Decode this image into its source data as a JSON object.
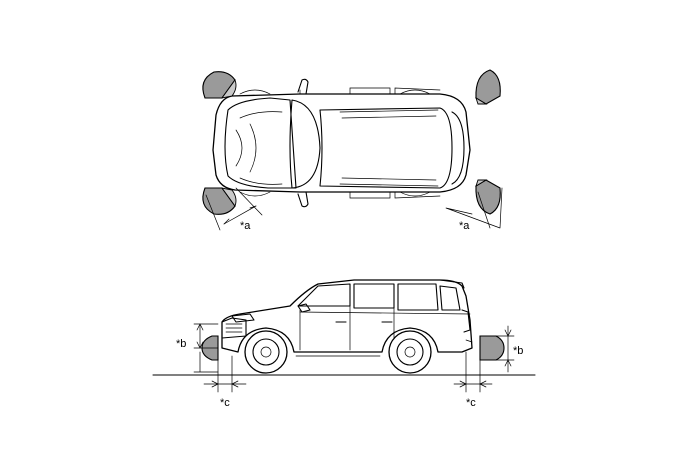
{
  "labels": {
    "a_front": "*a",
    "a_rear": "*a",
    "b_front": "*b",
    "b_rear": "*b",
    "c_front": "*c",
    "c_rear": "*c"
  },
  "colors": {
    "sensor_fill": "#9a9a9a",
    "line": "#000000",
    "background": "#ffffff"
  }
}
